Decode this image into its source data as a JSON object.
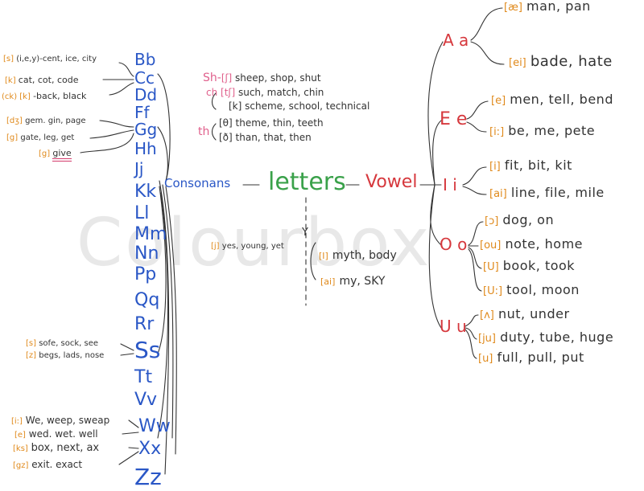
{
  "watermark": "Colourbox",
  "center": {
    "title": "letters",
    "consonants": "Consonans",
    "vowel": "Vowel"
  },
  "consonant_letters": [
    {
      "id": "b",
      "text": "Bb"
    },
    {
      "id": "c",
      "text": "Cc"
    },
    {
      "id": "d",
      "text": "Dd"
    },
    {
      "id": "f",
      "text": "Ff"
    },
    {
      "id": "g",
      "text": "Gg"
    },
    {
      "id": "h",
      "text": "Hh"
    },
    {
      "id": "j",
      "text": "Jj"
    },
    {
      "id": "k",
      "text": "Kk"
    },
    {
      "id": "l",
      "text": "Ll"
    },
    {
      "id": "m",
      "text": "Mm"
    },
    {
      "id": "n",
      "text": "Nn"
    },
    {
      "id": "p",
      "text": "Pp"
    },
    {
      "id": "q",
      "text": "Qq"
    },
    {
      "id": "r",
      "text": "Rr"
    },
    {
      "id": "s",
      "text": "Ss"
    },
    {
      "id": "t",
      "text": "Tt"
    },
    {
      "id": "v",
      "text": "Vv"
    },
    {
      "id": "w",
      "text": "Ww"
    },
    {
      "id": "x",
      "text": "Xx"
    },
    {
      "id": "z",
      "text": "Zz"
    }
  ],
  "left_examples": [
    {
      "ipa": "[s]",
      "words": "(i,e,y)-cent, ice, city"
    },
    {
      "ipa": "[k]",
      "words": "cat, cot, code"
    },
    {
      "ipa": "(ck) [k]",
      "words": "-back, black"
    },
    {
      "ipa": "[dʒ]",
      "words": "gem. gin, page"
    },
    {
      "ipa": "[g]",
      "words": "gate, leg, get"
    },
    {
      "ipa": "[g]",
      "words": "give"
    },
    {
      "ipa": "[s]",
      "words": "sofe, sock, see"
    },
    {
      "ipa": "[z]",
      "words": "begs, lads, nose"
    },
    {
      "ipa": "[i:]",
      "words": "We, weep, sweap"
    },
    {
      "ipa": "[e]",
      "words": "wed. wet. well"
    },
    {
      "ipa": "[ks]",
      "words": "box, next, ax"
    },
    {
      "ipa": "[gz]",
      "words": "exit. exact"
    }
  ],
  "digraphs": [
    {
      "prefix": "Sh-",
      "ipa": "[ʃ]",
      "words": "sheep, shop, shut"
    },
    {
      "prefix": "ch",
      "ipa": "[tʃ]",
      "words": "such, match, chin"
    },
    {
      "prefix": "",
      "ipa": "[k]",
      "words": "scheme, school, technical"
    },
    {
      "prefix": "th",
      "ipa": "[θ]",
      "words": "theme, thin, teeth"
    },
    {
      "prefix": "",
      "ipa": "[ð]",
      "words": "than, that, then"
    }
  ],
  "y_branch": {
    "letter": "Y",
    "consonant": {
      "ipa": "[j]",
      "words": "yes, young, yet"
    },
    "vowels": [
      {
        "ipa": "[I]",
        "words": "myth, body"
      },
      {
        "ipa": "[ai]",
        "words": "my, SKY"
      }
    ]
  },
  "vowels": [
    {
      "letter": "A a",
      "sounds": [
        {
          "ipa": "[æ]",
          "words": "man, pan"
        },
        {
          "ipa": "[ei]",
          "words": "bade, hate"
        }
      ]
    },
    {
      "letter": "E e",
      "sounds": [
        {
          "ipa": "[e]",
          "words": "men, tell, bend"
        },
        {
          "ipa": "[i:]",
          "words": "be, me, pete"
        }
      ]
    },
    {
      "letter": "I i",
      "sounds": [
        {
          "ipa": "[i]",
          "words": "fit, bit, kit"
        },
        {
          "ipa": "[ai]",
          "words": "line, file, mile"
        }
      ]
    },
    {
      "letter": "O o",
      "sounds": [
        {
          "ipa": "[ɔ]",
          "words": "dog, on"
        },
        {
          "ipa": "[ou]",
          "words": "note, home"
        },
        {
          "ipa": "[U]",
          "words": "book, took"
        },
        {
          "ipa": "[U:]",
          "words": "tool, moon"
        }
      ]
    },
    {
      "letter": "U u",
      "sounds": [
        {
          "ipa": "[ʌ]",
          "words": "nut, under"
        },
        {
          "ipa": "[ju]",
          "words": "duty, tube, huge"
        },
        {
          "ipa": "[u]",
          "words": "full, pull, put"
        }
      ]
    }
  ],
  "colors": {
    "consonant": "#2a57c6",
    "center": "#3aa14a",
    "vowel": "#d6383d",
    "ipa": "#e08a1c",
    "digraph": "#e0608c"
  }
}
